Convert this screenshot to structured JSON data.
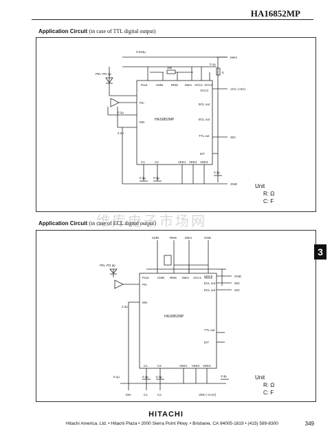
{
  "header": {
    "title": "HA16852MP"
  },
  "watermark": {
    "text": "维库电子市场网"
  },
  "tab": {
    "number": "3"
  },
  "circuit1": {
    "title": "Application Circuit",
    "subtitle": "(in case of TTL digital output)",
    "ic_label": "HA16852MP",
    "top_pins": [
      "Pout",
      "CMN",
      "RMS",
      "Mem",
      "VCC1",
      "VCC2"
    ],
    "left_pins": [
      "Pin",
      "Mm"
    ],
    "right_pins": [
      "VCC3",
      "ECL out",
      "ECL out",
      "TTL out",
      "E/T"
    ],
    "bottom_pins": [
      "C1",
      "C2",
      "VEE1",
      "VEE2",
      "VEE3"
    ],
    "right_terminals": [
      "VCC (+5V)",
      "SIG"
    ],
    "top_terminal": "Mem",
    "bottom_terminal": "GND",
    "components": [
      "0.022μ",
      "39k",
      "0.1μ",
      "2.2μ",
      "0.1μ",
      "0.1μ",
      "3.3μ",
      "5",
      "0.1μ"
    ],
    "diode_label": "PIN -PD dp",
    "unit": {
      "heading": "Unit",
      "r": "R: Ω",
      "c": "C: F"
    }
  },
  "circuit2": {
    "title": "Application Circuit",
    "subtitle": "(in case of ECL digital output)",
    "ic_label": "HA16852MP",
    "top_terminals": [
      "CMN",
      "RMS",
      "Mem",
      "GND"
    ],
    "top_pins": [
      "Pout",
      "CMN",
      "RMS",
      "Mem",
      "VCC1",
      "VCC2"
    ],
    "right_pins": [
      "VCC3",
      "ECL out",
      "ECL out",
      "TTL out",
      "E/T"
    ],
    "right_terminals": [
      "GND",
      "SIG",
      "SIG"
    ],
    "left_pins": [
      "Pin",
      "Mm"
    ],
    "bottom_pins": [
      "C1",
      "C2",
      "VEE1",
      "VEE2",
      "VEE3"
    ],
    "bottom_terminals": [
      "Mm",
      "C1",
      "C2",
      "VEE (−5.2V)"
    ],
    "components": [
      "2.2μ",
      "0.1μ",
      "0.1μ",
      "0.1μ",
      "3.3μ"
    ],
    "diode_label": "PIN -PD dp",
    "unit": {
      "heading": "Unit",
      "r": "R: Ω",
      "c": "C: F"
    }
  },
  "footer": {
    "logo": "HITACHI",
    "address": "Hitachi America, Ltd. • Hitachi Plaza • 2000 Sierra Point Pkwy. • Brisbane, CA 94005-1819 • (415) 589-8300",
    "page": "349"
  }
}
